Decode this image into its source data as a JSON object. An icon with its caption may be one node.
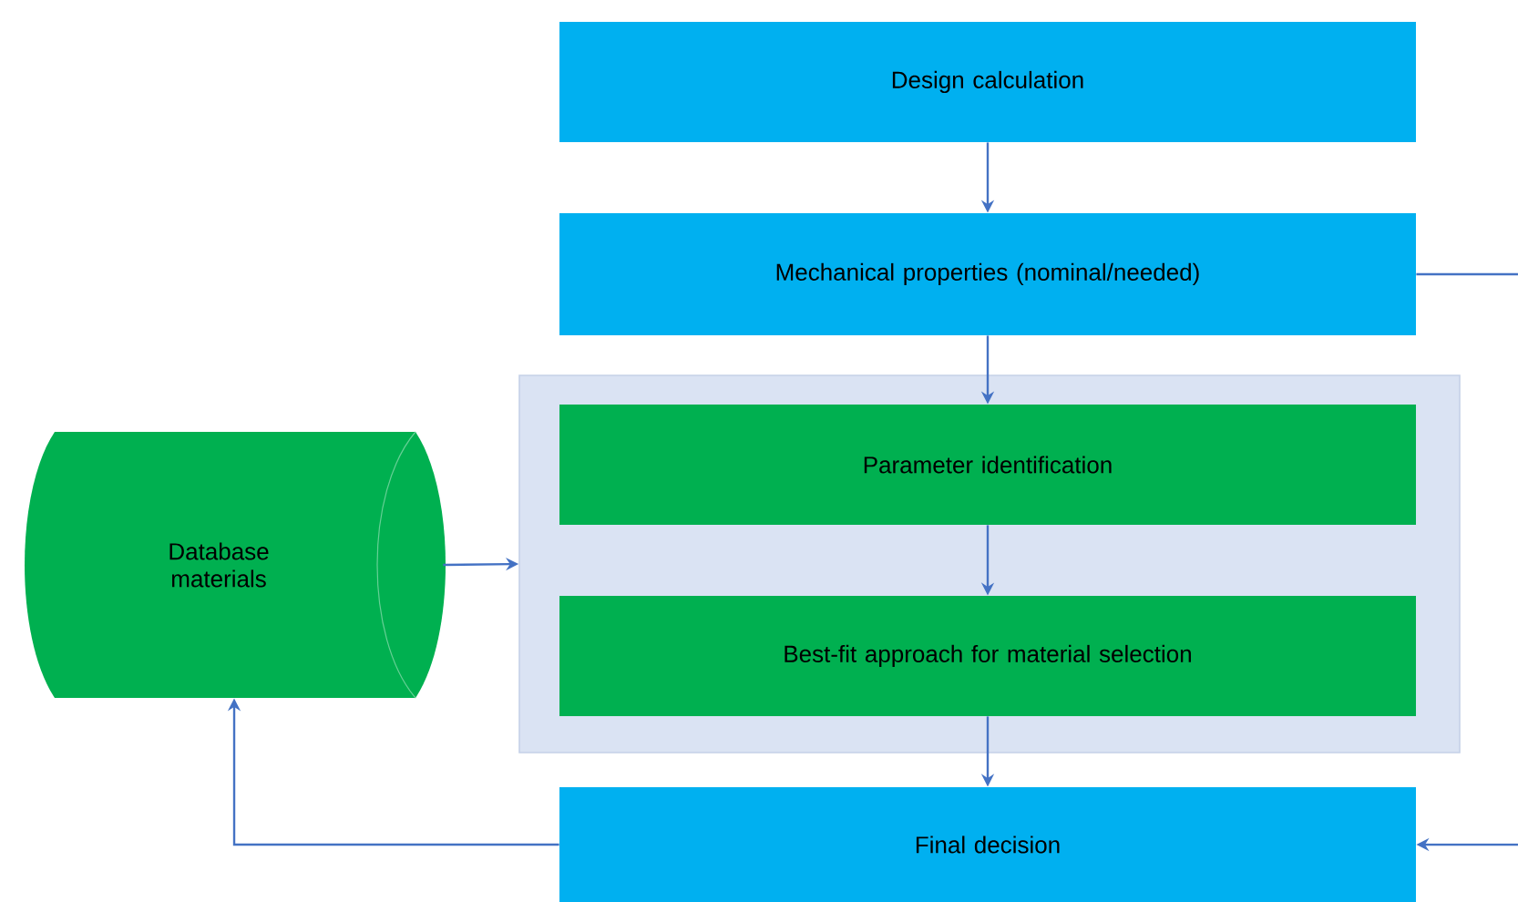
{
  "diagram": {
    "nodes": [
      {
        "text": [
          "Design calculation"
        ]
      },
      {
        "text": [
          "Mechanical properties (nominal/needed)"
        ]
      },
      {
        "text": [],
        "shape": "box"
      },
      {
        "text": [
          "Parameter identification"
        ],
        "in": 2
      },
      {
        "text": [
          "Best-fit approach for material selection"
        ],
        "in": 2
      },
      {
        "text": [
          "Final decision"
        ]
      },
      {
        "text": [
          "Database materials"
        ]
      }
    ],
    "edges": [
      {
        "from": 0,
        "to": 1,
        "arrow": "to"
      },
      {
        "from": 1,
        "to": 3,
        "arrow": "to"
      },
      {
        "from": 3,
        "to": 4,
        "arrow": "to"
      },
      {
        "from": 4,
        "to": 5,
        "arrow": "to"
      },
      {
        "from": 6,
        "to": 2,
        "arrow": "to"
      },
      {
        "from": 5,
        "to": 6,
        "arrow": "to"
      },
      {
        "from": 1,
        "to": null,
        "arrow": "none"
      },
      {
        "from": null,
        "to": 5,
        "arrow": "to"
      }
    ]
  }
}
